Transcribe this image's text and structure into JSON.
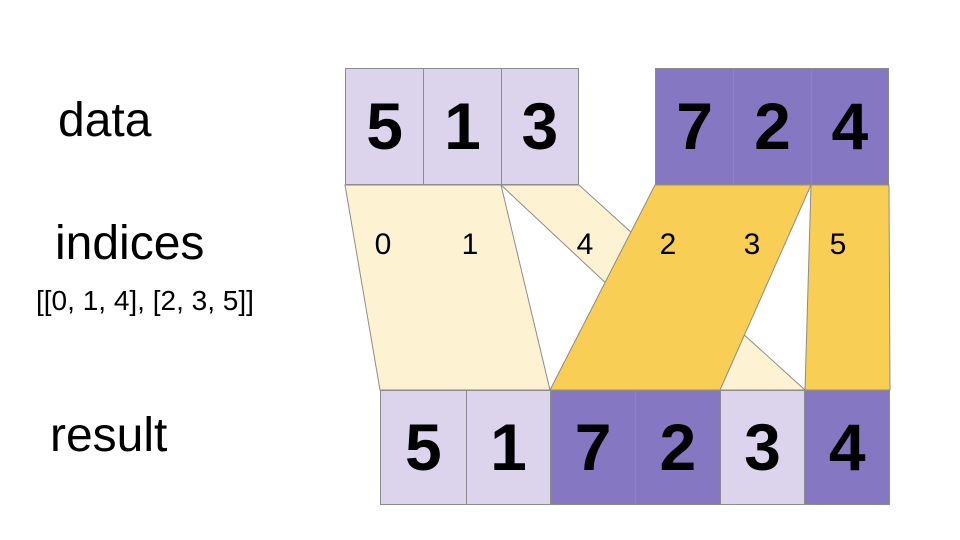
{
  "labels": {
    "data": "data",
    "indices": "indices",
    "indices_list": "[[0, 1, 4], [2, 3, 5]]",
    "result": "result"
  },
  "data_row": {
    "group1": [
      "5",
      "1",
      "3"
    ],
    "group2": [
      "7",
      "2",
      "4"
    ]
  },
  "indices_row": [
    "0",
    "1",
    "4",
    "2",
    "3",
    "5"
  ],
  "result_row": [
    "5",
    "1",
    "7",
    "2",
    "3",
    "4"
  ],
  "colors": {
    "light_cell": "#dcd4ec",
    "dark_cell": "#8577c1",
    "light_band": "#fdf3d2",
    "dark_band": "#f8ce55",
    "outline": "#8c8c8c"
  }
}
